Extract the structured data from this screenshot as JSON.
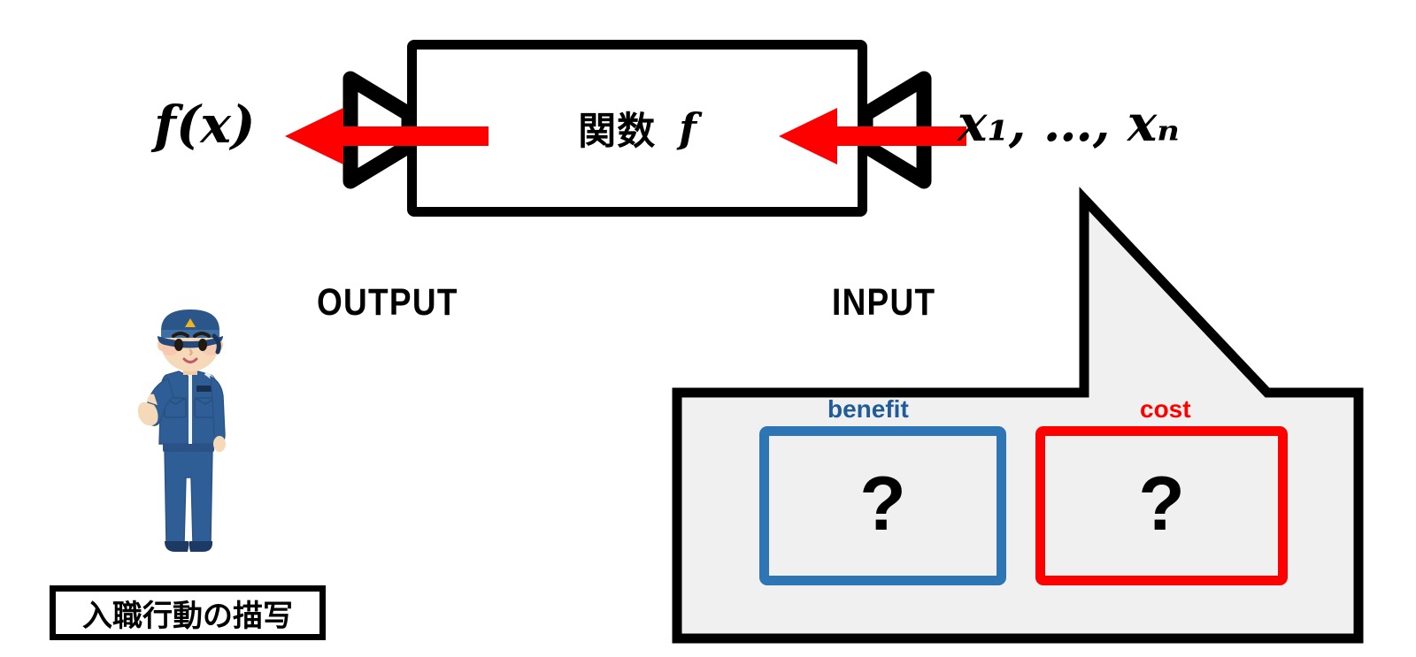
{
  "diagram": {
    "function_box": {
      "japanese_label": "関数",
      "function_symbol": "f"
    },
    "output": {
      "math_label": "f(x)",
      "caption": "OUTPUT",
      "arrow": "left-arrow-red"
    },
    "input": {
      "math_label_base": "x",
      "math_label_full": "x₁, …, xₙ",
      "caption": "INPUT",
      "arrow": "left-arrow-red"
    },
    "callout": {
      "items": [
        {
          "label": "benefit",
          "value": "?",
          "color": "#2E75B6",
          "text_color": "#1F5C99"
        },
        {
          "label": "cost",
          "value": "?",
          "color": "#FF0000",
          "text_color": "#FF0000"
        }
      ],
      "fill_color": "#F0F0F0",
      "border_color": "#000000"
    },
    "character": {
      "description": "saluting-officer-illustration",
      "uniform_color": "#2F5E97",
      "cap_color": "#2B5689",
      "skin_color": "#F6D9B8"
    },
    "tag": {
      "text": "入職行動の描写"
    },
    "colors": {
      "arrow_red": "#FF0000",
      "outline_black": "#000000",
      "background": "#FFFFFF",
      "panel_gray": "#F0F0F0",
      "benefit_blue": "#2E75B6"
    }
  }
}
